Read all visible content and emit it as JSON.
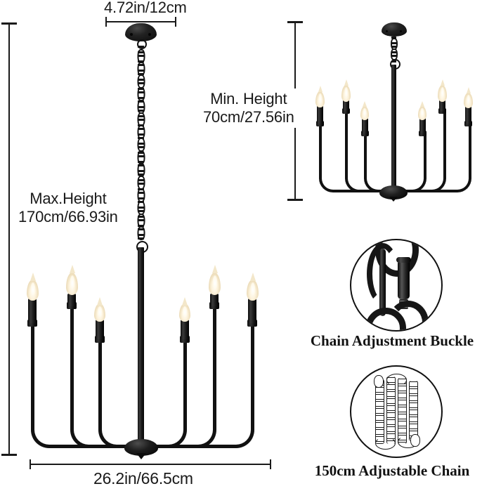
{
  "document": {
    "type": "product-dimension-diagram",
    "product": "6-light black candle chandelier",
    "background_color": "#ffffff",
    "line_color": "#1a1a1a",
    "fixture_color": "#111111",
    "bulb_color": "#f6ecd4"
  },
  "dimensions": {
    "canopy_width": {
      "label": "4.72in/12cm",
      "orientation": "horizontal",
      "position": "top"
    },
    "max_height": {
      "label_line1": "Max.Height",
      "label_line2": "170cm/66.93in",
      "orientation": "vertical",
      "position": "left"
    },
    "min_height": {
      "label_line1": "Min. Height",
      "label_line2": "70cm/27.56in",
      "orientation": "vertical",
      "position": "right"
    },
    "fixture_width": {
      "label": "26.2in/66.5cm",
      "orientation": "horizontal",
      "position": "bottom"
    }
  },
  "insets": [
    {
      "id": "buckle",
      "caption": "Chain Adjustment Buckle",
      "shape": "circle",
      "content": "chain-buckle-photo"
    },
    {
      "id": "chain",
      "caption": "150cm Adjustable Chain",
      "shape": "circle",
      "content": "folded-chain-drawing"
    }
  ],
  "chandeliers": {
    "main": {
      "name": "max-height-chandelier",
      "arm_count": 6,
      "bulb_count": 6,
      "parts": [
        "canopy",
        "chain",
        "rod",
        "hub",
        "arms",
        "candles",
        "flame-bulbs"
      ]
    },
    "secondary": {
      "name": "min-height-chandelier",
      "arm_count": 6,
      "bulb_count": 6,
      "parts": [
        "canopy",
        "short-chain",
        "rod",
        "hub",
        "arms",
        "candles",
        "flame-bulbs"
      ]
    }
  }
}
